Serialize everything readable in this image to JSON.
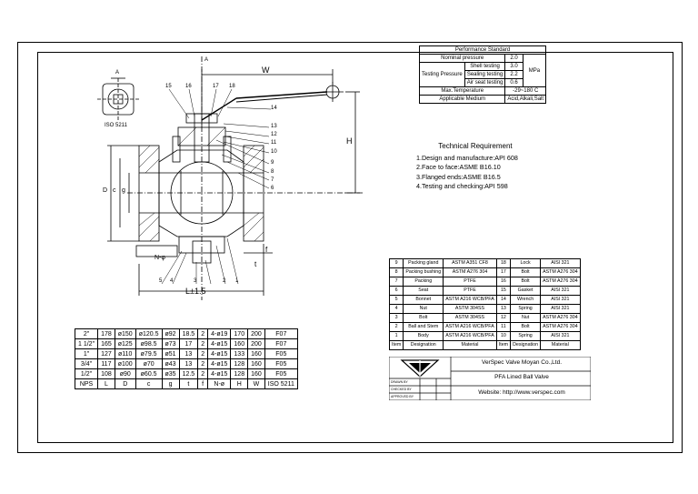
{
  "isometric_label": "ISO 5211",
  "section_label": "A",
  "dimension_labels": {
    "W": "W",
    "H": "H",
    "L": "L±1.5",
    "f": "f",
    "t": "t",
    "N_phi": "N-φ",
    "D": "D",
    "c": "c",
    "g": "g"
  },
  "callouts": [
    "15",
    "16",
    "17",
    "18",
    "14",
    "13",
    "12",
    "11",
    "10",
    "9",
    "8",
    "7",
    "6",
    "5",
    "4",
    "3",
    "2",
    "1"
  ],
  "performance": {
    "title": "Performance Standard",
    "rows": [
      {
        "label": "Nominal pressure",
        "value": "2.0"
      },
      {
        "label": "Shell testing",
        "value": "3.0"
      },
      {
        "label": "Sealing testing",
        "value": "2.2"
      },
      {
        "label": "Air seat testing",
        "value": "0.6"
      }
    ],
    "group_label": "Testing Pressure",
    "unit": "MPa",
    "temp_label": "Max.Temperature",
    "temp_value": "-29~180 C",
    "medium_label": "Applicable Medium",
    "medium_value": "Acid,Alkali,Salt"
  },
  "requirements": {
    "title": "Technical Requirement",
    "items": [
      "1.Design and manufacture:API 608",
      "2.Face to face:ASME B16.10",
      "3.Flanged ends:ASME B16.5",
      "4.Testing and checking:API 598"
    ]
  },
  "dimensions": {
    "rows": [
      [
        "2\"",
        "178",
        "ø150",
        "ø120.5",
        "ø92",
        "18.5",
        "2",
        "4-ø19",
        "170",
        "200",
        "F07"
      ],
      [
        "1 1/2\"",
        "165",
        "ø125",
        "ø98.5",
        "ø73",
        "17",
        "2",
        "4-ø15",
        "160",
        "200",
        "F07"
      ],
      [
        "1\"",
        "127",
        "ø110",
        "ø79.5",
        "ø51",
        "13",
        "2",
        "4-ø15",
        "133",
        "160",
        "F05"
      ],
      [
        "3/4\"",
        "117",
        "ø100",
        "ø70",
        "ø43",
        "13",
        "2",
        "4-ø15",
        "128",
        "160",
        "F05"
      ],
      [
        "1/2\"",
        "108",
        "ø90",
        "ø60.5",
        "ø35",
        "12.5",
        "2",
        "4-ø15",
        "128",
        "160",
        "F05"
      ]
    ],
    "header": [
      "NPS",
      "L",
      "D",
      "c",
      "g",
      "t",
      "f",
      "N-ø",
      "H",
      "W",
      "ISO 5211"
    ]
  },
  "bom": {
    "rows": [
      [
        "9",
        "Packing gland",
        "ASTM A351 CF8",
        "18",
        "Lock",
        "AISI 321"
      ],
      [
        "8",
        "Packing bushing",
        "ASTM A276 304",
        "17",
        "Bolt",
        "ASTM A276 304"
      ],
      [
        "7",
        "Packing",
        "PTFE",
        "16",
        "Bolt",
        "ASTM A276 304"
      ],
      [
        "6",
        "Seat",
        "PTFE",
        "15",
        "Gasket",
        "AISI 321"
      ],
      [
        "5",
        "Bonnet",
        "ASTM A216 WCB/PFA",
        "14",
        "Wrench",
        "AISI 321"
      ],
      [
        "4",
        "Nut",
        "ASTM 304SS",
        "13",
        "Spring",
        "AISI 321"
      ],
      [
        "3",
        "Bolt",
        "ASTM 304SS",
        "12",
        "Nut",
        "ASTM A276 304"
      ],
      [
        "2",
        "Ball and Stem",
        "ASTM A216 WCB/PFA",
        "11",
        "Bolt",
        "ASTM A276 304"
      ],
      [
        "1",
        "Body",
        "ASTM A216 WCB/PFA",
        "10",
        "Spring",
        "AISI 321"
      ]
    ],
    "header": [
      "Item",
      "Designation",
      "Material",
      "Item",
      "Designation",
      "Material"
    ]
  },
  "title_block": {
    "company": "VerSpec Valve Moyan Co.,Ltd.",
    "product": "PFA Lined Ball Valve",
    "website": "Website: http://www.verspec.com",
    "drawn_by": "DRAWN BY",
    "checked_by": "CHECKED BY",
    "approved_by": "APPROVED BY"
  }
}
